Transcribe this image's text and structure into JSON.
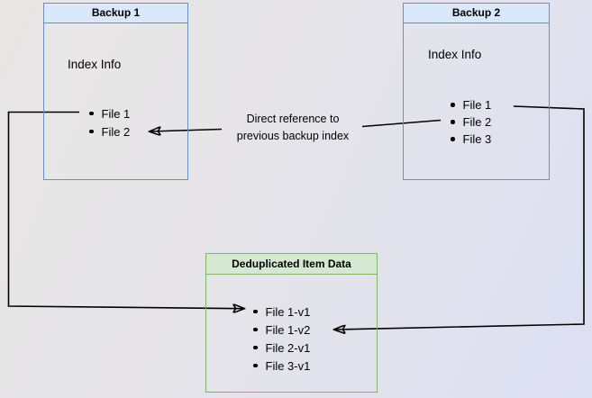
{
  "backup1": {
    "title": "Backup 1",
    "subtitle": "Index Info",
    "items": [
      "File 1",
      "File 2"
    ]
  },
  "backup2": {
    "title": "Backup 2",
    "subtitle": "Index Info",
    "items": [
      "File 1",
      "File 2",
      "File 3"
    ]
  },
  "dedup": {
    "title": "Deduplicated Item Data",
    "items": [
      "File 1-v1",
      "File 1-v2",
      "File 2-v1",
      "File 3-v1"
    ]
  },
  "annotation": {
    "line1": "Direct reference to",
    "line2": "previous backup index"
  },
  "colors": {
    "backup_header_fill": "#dae8fc",
    "backup_border": "#6c8ebf",
    "dedup_header_fill": "#d5e8d4",
    "dedup_border": "#82b366",
    "connector": "#000000",
    "text": "#000000"
  }
}
